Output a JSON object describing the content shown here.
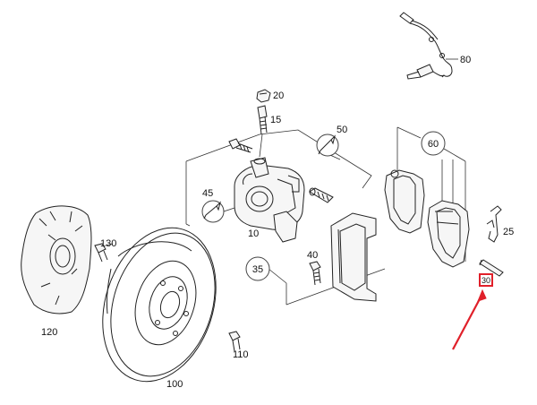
{
  "colors": {
    "highlight": "#e0202a",
    "ink": "#222222",
    "background": "#ffffff"
  },
  "part_numbers": {
    "p10": "10",
    "p15": "15",
    "p20": "20",
    "p25": "25",
    "p35": "35",
    "p40": "40",
    "p45": "45",
    "p50": "50",
    "p60": "60",
    "p80": "80",
    "p100": "100",
    "p110": "110",
    "p120": "120",
    "p130": "130",
    "highlighted": "30"
  }
}
